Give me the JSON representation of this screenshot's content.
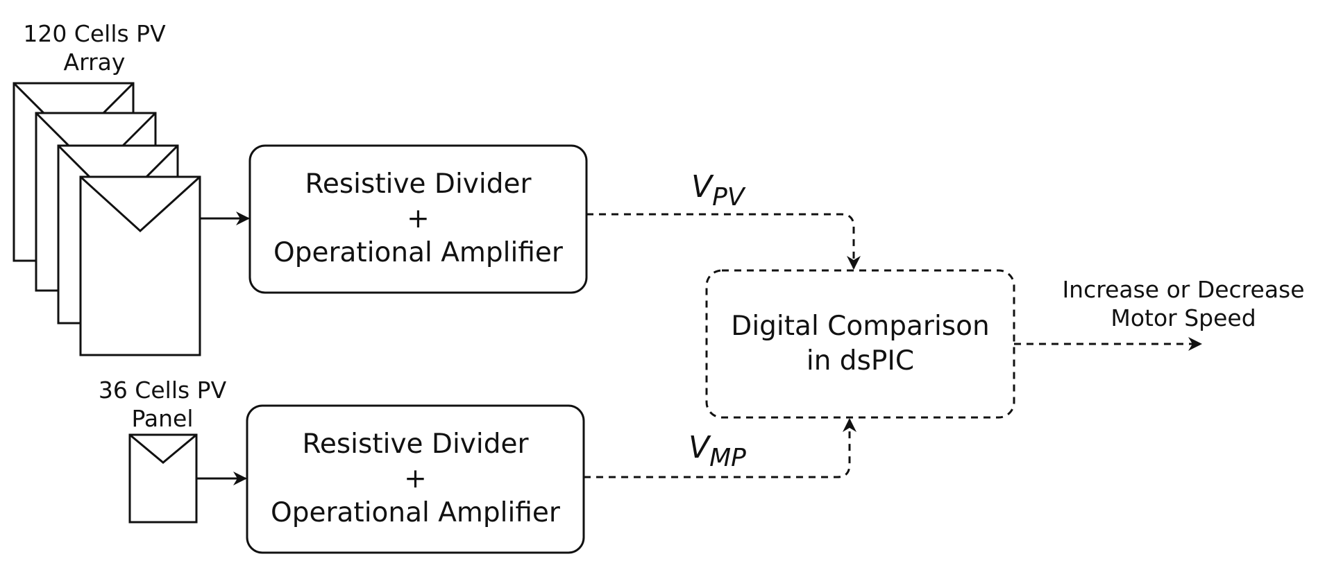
{
  "array_label": {
    "line1": "120 Cells PV",
    "line2": "Array"
  },
  "panel_label": {
    "line1": "36 Cells PV",
    "line2": "Panel"
  },
  "top_block": {
    "line1": "Resistive Divider",
    "line2": "+",
    "line3": "Operational Amplifier"
  },
  "bottom_block": {
    "line1": "Resistive Divider",
    "line2": "+",
    "line3": "Operational Amplifier"
  },
  "comparison_block": {
    "line1": "Digital Comparison",
    "line2": "in dsPIC"
  },
  "output_label": {
    "line1": "Increase or Decrease",
    "line2": "Motor Speed"
  },
  "signal_pv": {
    "base": "V",
    "sub": "PV"
  },
  "signal_mp": {
    "base": "V",
    "sub": "MP"
  },
  "colors": {
    "stroke": "#111111",
    "background": "#ffffff"
  }
}
